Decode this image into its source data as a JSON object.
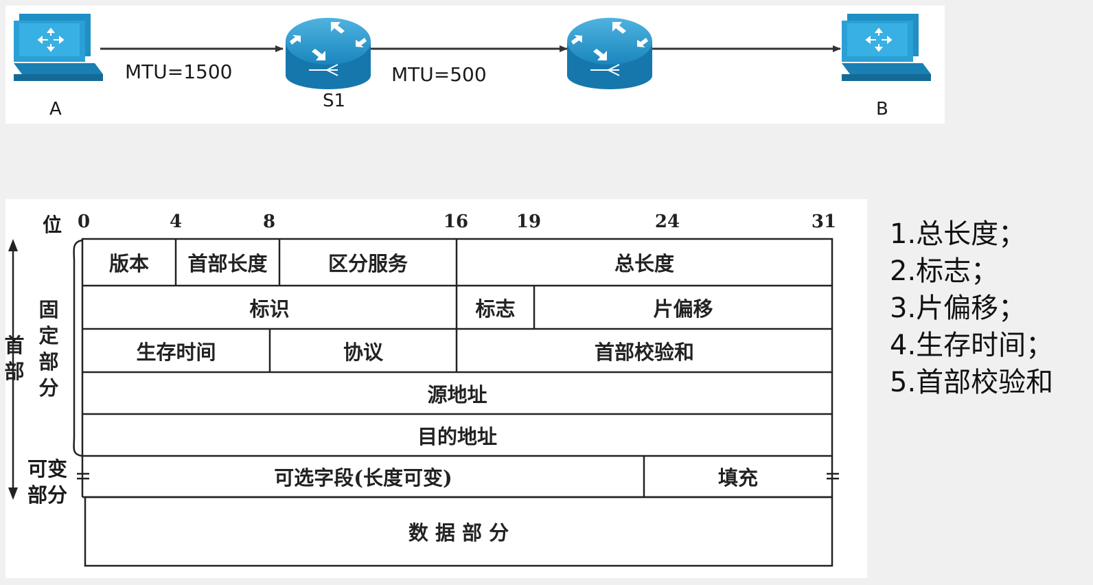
{
  "network": {
    "nodes": {
      "host_a": {
        "label": "A",
        "icon": "workstation-icon"
      },
      "router_s1": {
        "label": "S1",
        "icon": "router-icon"
      },
      "router_2": {
        "label": "",
        "icon": "router-icon"
      },
      "host_b": {
        "label": "B",
        "icon": "workstation-icon"
      }
    },
    "links": [
      {
        "label": "MTU=1500"
      },
      {
        "label": "MTU=500"
      },
      {
        "label": ""
      }
    ],
    "colors": {
      "device": "#1f8fc4",
      "link": "#333333"
    }
  },
  "ip_header": {
    "bit_label": "位",
    "bit_ticks": [
      "0",
      "4",
      "8",
      "16",
      "19",
      "24",
      "31"
    ],
    "rows": [
      [
        "版本",
        "首部长度",
        "区分服务",
        "总长度"
      ],
      [
        "标识",
        "标志",
        "片偏移"
      ],
      [
        "生存时间",
        "协议",
        "首部校验和"
      ],
      [
        "源地址"
      ],
      [
        "目的地址"
      ],
      [
        "可选字段(长度可变)",
        "填充"
      ],
      [
        "数 据 部 分"
      ]
    ],
    "side_labels": {
      "header": "首部",
      "fixed_part": "固定部分",
      "variable_part_line1": "可变",
      "variable_part_line2": "部分"
    }
  },
  "notes": [
    "1.总长度；",
    "2.标志；",
    "3.片偏移；",
    "4.生存时间；",
    "5.首部校验和"
  ]
}
